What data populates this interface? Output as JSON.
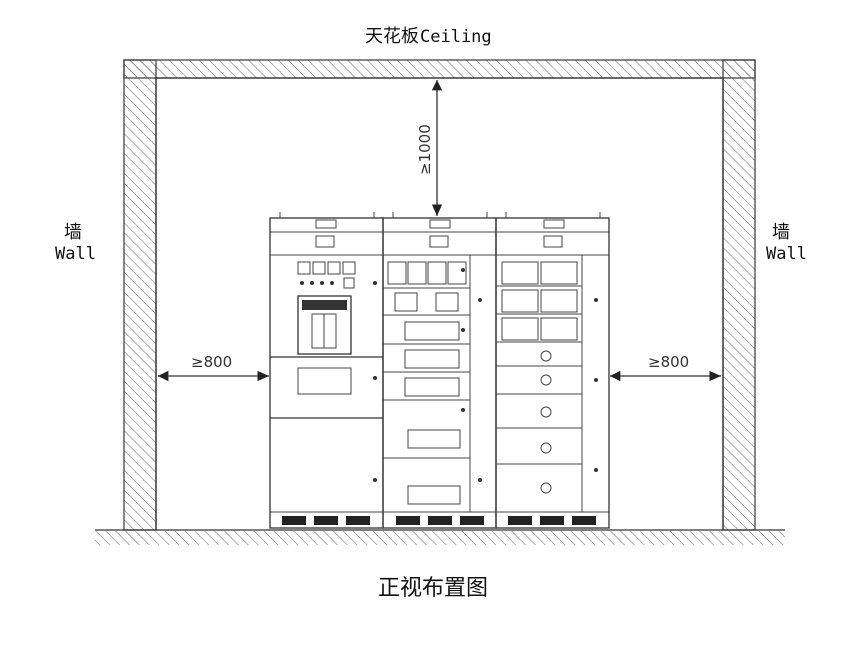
{
  "ceiling": {
    "cn": "天花板",
    "en": "Ceiling"
  },
  "wall_left": {
    "cn": "墙",
    "en": "Wall"
  },
  "wall_right": {
    "cn": "墙",
    "en": "Wall"
  },
  "dimensions": {
    "top_clearance": "≥1000",
    "left_clearance": "≥800",
    "right_clearance": "≥800"
  },
  "caption": "正视布置图"
}
